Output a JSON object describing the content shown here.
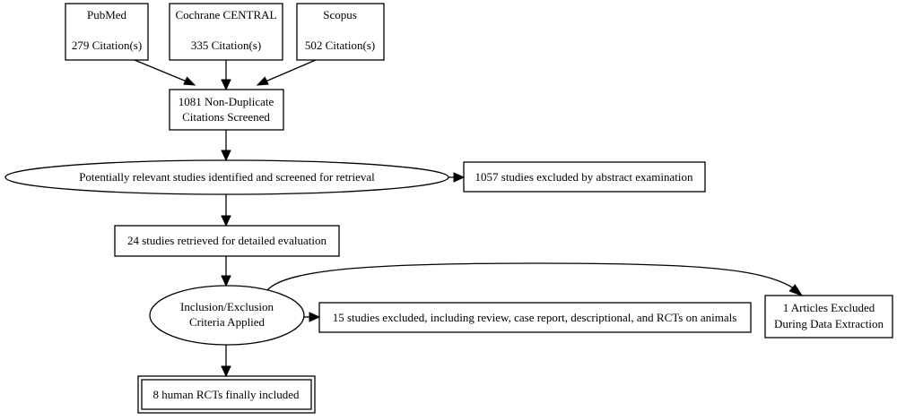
{
  "diagram": {
    "sources": {
      "pubmed": {
        "name": "PubMed",
        "count": "279 Citation(s)"
      },
      "cochrane": {
        "name": "Cochrane CENTRAL",
        "count": "335 Citation(s)"
      },
      "scopus": {
        "name": "Scopus",
        "count": "502 Citation(s)"
      }
    },
    "screened": {
      "line1": "1081 Non-Duplicate",
      "line2": "Citations Screened"
    },
    "potentially_relevant": "Potentially relevant studies identified and screened for retrieval",
    "excluded_abstract": "1057 studies excluded by abstract examination",
    "retrieved": "24 studies retrieved for detailed evaluation",
    "criteria": {
      "line1": "Inclusion/Exclusion",
      "line2": "Criteria Applied"
    },
    "excluded_criteria": "15 studies excluded, including review, case report, descriptional, and RCTs on animals",
    "excluded_extraction": {
      "line1": "1 Articles Excluded",
      "line2": "During Data Extraction"
    },
    "included": "8 human RCTs finally included"
  }
}
